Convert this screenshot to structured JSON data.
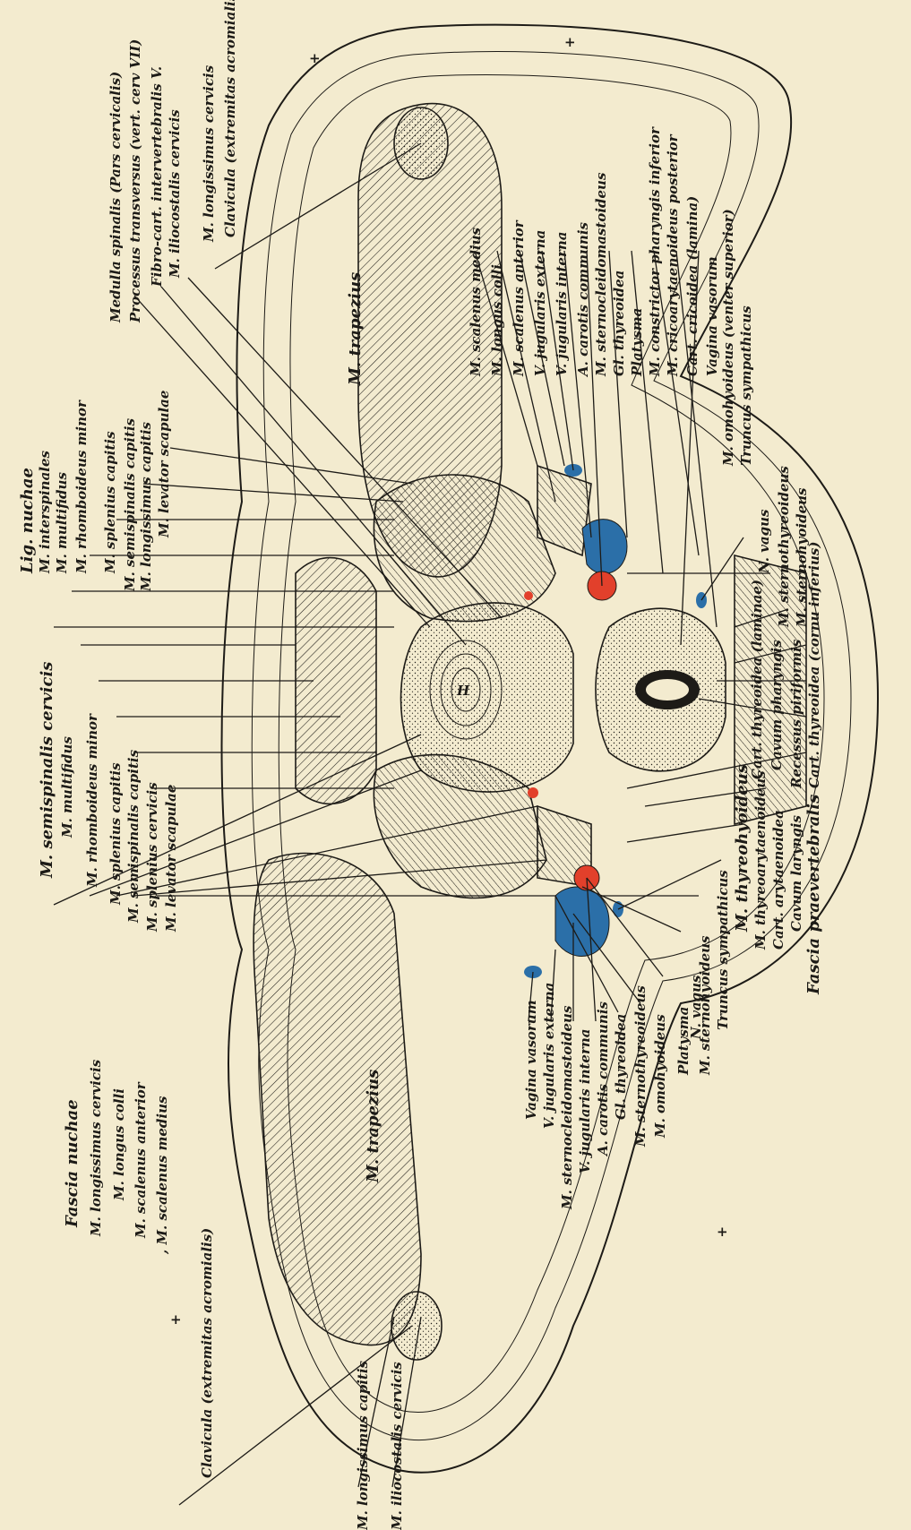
{
  "colors": {
    "paper": "#f3ebcf",
    "ink": "#1d1b17",
    "vein": "#2b6fa8",
    "artery": "#e2402b"
  },
  "labels": {
    "fascia_nuchae": "Fascia nuchae",
    "longissimus_cervicis_l": "M. longissimus cervicis",
    "longus_colli_l": "M. longus colli",
    "scalenus_anterior_l": "M. scalenus anterior",
    "scalenus_medius_l": ", M. scalenus medius",
    "clavicula_l": "Clavicula (extremitas acromialis)",
    "longissimus_capitis_l": "M. longissimus capitis",
    "iliocostalis_cervicis_l": "M. iliocostalis cervicis",
    "semispinalis_cervicis": "M. semispinalis cervicis",
    "multifidus_l": "M. multifidus",
    "rhomboideus_minor_l": "M. rhomboideus minor",
    "splenius_capitis_l": "M. splenius capitis",
    "semispinalis_capitis_l": "M. semispinalis capitis",
    "splenius_cervicis_l": "M. splenius cervicis",
    "levator_scapulae_l": "M. levator scapulae",
    "lig_nuchae": "Lig. nuchae",
    "interspinales": "M. interspinales",
    "multifidus_r": "M. multifidus",
    "rhomboideus_minor_r": "M. rhomboideus minor",
    "splenius_capitis_r": "M. splenius capitis",
    "semispinalis_capitis_r": "M. semispinalis capitis",
    "longissimus_capitis_r": "M. longissimus capitis",
    "levator_scapulae_r": "M. levator scapulae",
    "medulla_spinalis": "Medulla spinalis (Pars cervicalis)",
    "processus_transversus": "Processus transversus (vert. cerv VII)",
    "fibrocart": "Fibro-cart. intervertebralis V.",
    "iliocostalis_cervicis_r": "M. iliocostalis cervicis",
    "longissimus_cervicis_r": "M. longissimus cervicis",
    "clavicula_r": "Clavicula (extremitas acromialis)",
    "trapezius_r": "M. trapezius",
    "trapezius_l": "M. trapezius",
    "scalenus_medius_r": "M. scalenus medius",
    "longus_colli_r": "M. longus colli",
    "scalenus_anterior_r": "M. scalenus anterior",
    "jugularis_externa_r": "V. jugularis externa",
    "jugularis_interna_r": "V. jugularis interna",
    "carotis_communis_r": "A. carotis communis",
    "sternocleidomastoideus_r": "M. sternocleidomastoideus",
    "gl_thyreoidea_r": "Gl. thyreoidea",
    "platysma_r": "Platysma",
    "constrictor": "M. constrictor pharyngis inferior",
    "cricoarytaenoideus": "M. cricoarytaenoideus posterior",
    "cart_cricoidea": "Cart. cricoidea (lamina)",
    "vagina_vasorum_r": "Vagina vasorum",
    "omohyoideus_r": "M. omohyoideus (venter superior)",
    "truncus_sympathicus_r": "Truncus sympathicus",
    "vagus_r": "N. vagus",
    "sternothyreoideus_r": "M. sternothyreoideus",
    "sternohyoideus_r": "M. sternohyoideus",
    "cart_thyreoidea_laminae": "Cart. thyreoidea (laminae)",
    "cavum_pharyngis": "Cavum pharyngis",
    "recessus_piriformis": "Recessus piriformis",
    "cart_thyreoidea_cornu": "Cart. thyreoidea (cornu inferius)",
    "fascia_praevertebralis": "Fascia praevertebralis",
    "cavum_laryngis": "Cavum laryngis",
    "cart_arytaenoidea": "Cart. arytaenoidea",
    "thyreoarytaenoideus": "M. thyreoarytaenoideus",
    "thyreohyoideus": "M. thyreohyoideus",
    "truncus_sympathicus_l": "Truncus sympathicus",
    "sternohyoideus_l": "M. sternohyoideus",
    "platysma_l": "Platysma",
    "vagus_l": "N. vagus",
    "omohyoideus_l": "M. omohyoideus",
    "sternothyreoideus_l": "M. sternothyreoideus",
    "gl_thyreoidea_l": "Gl. thyreoidea",
    "carotis_communis_l": "A. carotis communis",
    "jugularis_interna_l": "V. jugularis interna",
    "sternocleidomastoideus_l": "M. sternocleidomastoideus",
    "jugularis_externa_l": "V. jugularis externa",
    "vagina_vasorum_l": "Vagina vasorum"
  }
}
